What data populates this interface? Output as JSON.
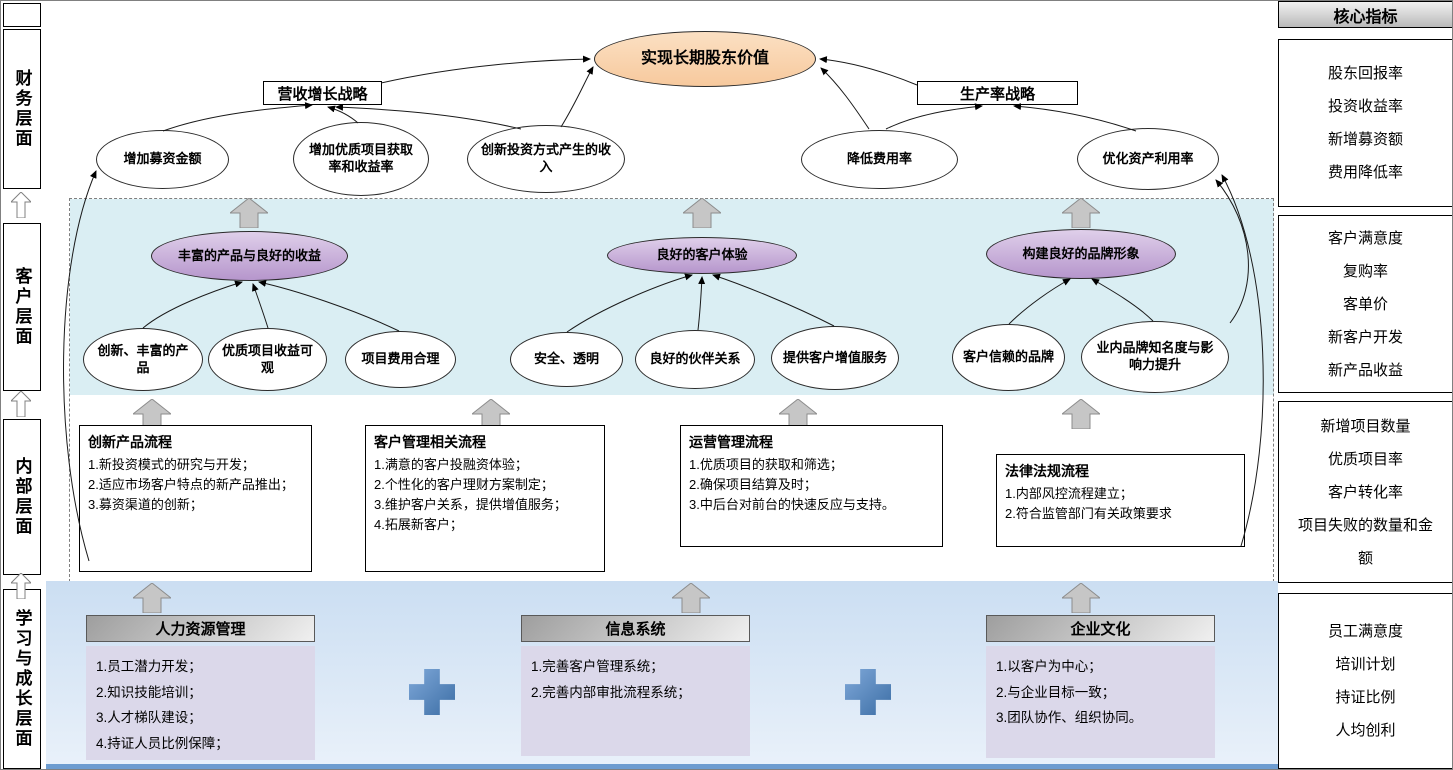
{
  "left_sidebar": {
    "sections": [
      {
        "label": "财务层面"
      },
      {
        "label": "客户层面"
      },
      {
        "label": "内部层面"
      },
      {
        "label": "学习与成长层面"
      }
    ]
  },
  "right_sidebar": {
    "title": "核心指标",
    "groups": [
      {
        "items": [
          "股东回报率",
          "投资收益率",
          "新增募资额",
          "费用降低率"
        ]
      },
      {
        "items": [
          "客户满意度",
          "复购率",
          "客单价",
          "新客户开发",
          "新产品收益"
        ]
      },
      {
        "items": [
          "新增项目数量",
          "优质项目率",
          "客户转化率",
          "项目失败的数量和金额"
        ]
      },
      {
        "items": [
          "员工满意度",
          "培训计划",
          "持证比例",
          "人均创利"
        ]
      }
    ]
  },
  "financial": {
    "goal": "实现长期股东价值",
    "strategies": [
      {
        "label": "营收增长战略"
      },
      {
        "label": "生产率战略"
      }
    ],
    "ellipses": [
      "增加募资金额",
      "增加优质项目获取率和收益率",
      "创新投资方式产生的收入",
      "降低费用率",
      "优化资产利用率"
    ]
  },
  "customer": {
    "themes": [
      "丰富的产品与良好的收益",
      "良好的客户体验",
      "构建良好的品牌形象"
    ],
    "values": [
      "创新、丰富的产品",
      "优质项目收益可观",
      "项目费用合理",
      "安全、透明",
      "良好的伙伴关系",
      "提供客户增值服务",
      "客户信赖的品牌",
      "业内品牌知名度与影响力提升"
    ]
  },
  "internal": {
    "processes": [
      {
        "title": "创新产品流程",
        "items": [
          "1.新投资模式的研究与开发；",
          "2.适应市场客户特点的新产品推出；",
          "3.募资渠道的创新；"
        ]
      },
      {
        "title": "客户管理相关流程",
        "items": [
          "1.满意的客户投融资体验；",
          "2.个性化的客户理财方案制定；",
          "3.维护客户关系，提供增值服务；",
          "4.拓展新客户；"
        ]
      },
      {
        "title": "运营管理流程",
        "items": [
          "1.优质项目的获取和筛选；",
          "2.确保项目结算及时；",
          "3.中后台对前台的快速反应与支持。"
        ]
      },
      {
        "title": "法律法规流程",
        "items": [
          "1.内部风控流程建立；",
          "2.符合监管部门有关政策要求"
        ]
      }
    ]
  },
  "learning": {
    "blocks": [
      {
        "title": "人力资源管理",
        "items": [
          "1.员工潜力开发；",
          "2.知识技能培训；",
          "3.人才梯队建设；",
          "4.持证人员比例保障；"
        ]
      },
      {
        "title": "信息系统",
        "items": [
          "1.完善客户管理系统；",
          "2.完善内部审批流程系统；"
        ]
      },
      {
        "title": "企业文化",
        "items": [
          "1.以客户为中心；",
          "2.与企业目标一致；",
          "3.团队协作、组织协同。"
        ]
      }
    ]
  },
  "colors": {
    "goal_fill": "#F7C99D",
    "theme_fill": "#B696CC",
    "customer_bg": "#DAEEF3",
    "learning_bg": "#CBDEF2",
    "plus_blue": "#4F81BD",
    "block_arrow_gray": "#C6C6C6"
  }
}
